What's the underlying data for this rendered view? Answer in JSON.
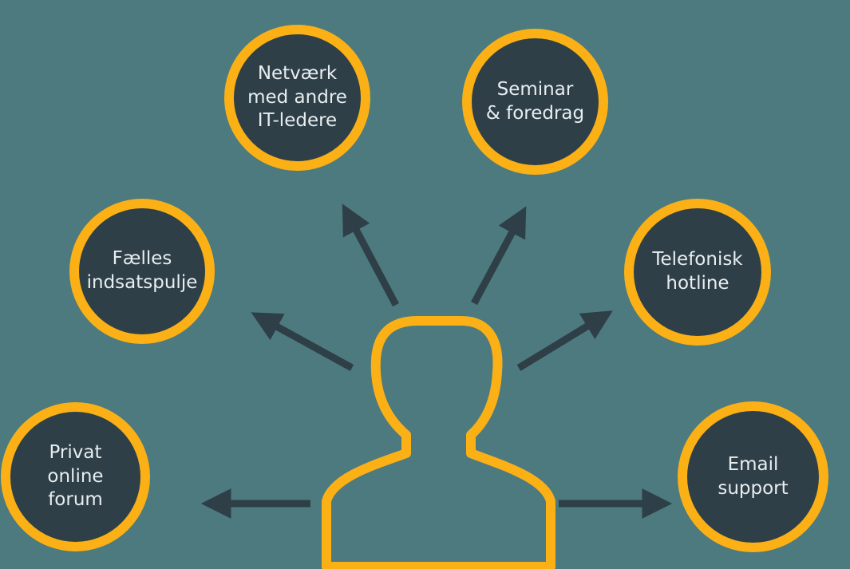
{
  "colors": {
    "background": "#4d7a7e",
    "node_fill": "#2e3f47",
    "accent": "#fbb116",
    "arrow": "#2e3f47",
    "text": "#e8eef0"
  },
  "center": {
    "icon": "person-silhouette-icon"
  },
  "nodes": {
    "netvaerk": "Netværk\nmed andre\nIT-ledere",
    "seminar": "Seminar\n& foredrag",
    "faelles": "Fælles\nindsatspulje",
    "telefon": "Telefonisk\nhotline",
    "privat": "Privat\nonline\nforum",
    "email": "Email\nsupport"
  }
}
